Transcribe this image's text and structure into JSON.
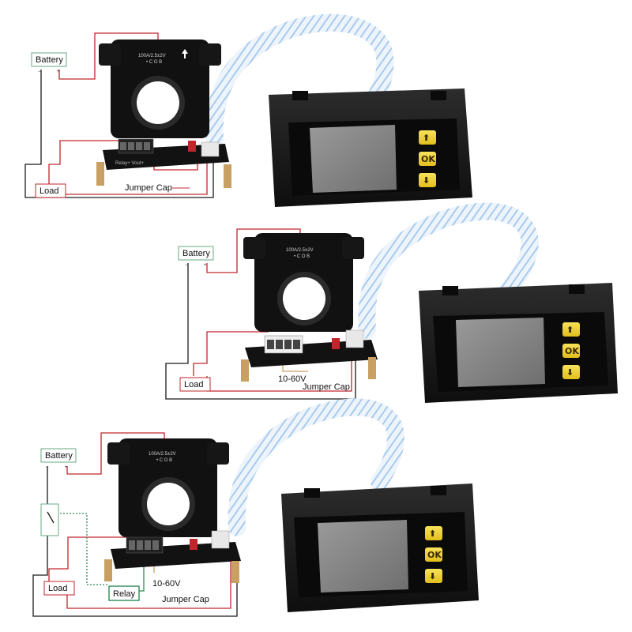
{
  "panels": [
    {
      "battery_label": "Battery",
      "load_label": "Load",
      "jumper_label": "Jumper Cap",
      "sensor_rating": "100A/2.5±2V",
      "sensor_sub": "• C O B",
      "terminal_text": "Relay+  Vout+",
      "buttons": {
        "up": "⬆",
        "ok": "OK",
        "down": "⬇"
      },
      "minus": "−",
      "plus": "+"
    },
    {
      "battery_label": "Battery",
      "load_label": "Load",
      "jumper_label": "Jumper Cap",
      "voltage_label": "10-60V",
      "sensor_rating": "100A/2.5±2V",
      "sensor_sub": "• C O B",
      "buttons": {
        "up": "⬆",
        "ok": "OK",
        "down": "⬇"
      },
      "minus": "−",
      "plus": "+"
    },
    {
      "battery_label": "Battery",
      "load_label": "Load",
      "jumper_label": "Jumper Cap",
      "voltage_label": "10-60V",
      "relay_label": "Relay",
      "sensor_rating": "100A/2.5±2V",
      "sensor_sub": "• C O B",
      "buttons": {
        "up": "⬆",
        "ok": "OK",
        "down": "⬇"
      },
      "minus": "−",
      "plus": "+"
    }
  ],
  "colors": {
    "wire_red": "#c0272d",
    "wire_black": "#1a1a1a",
    "label_border": "#6aa884",
    "relay_border": "#2e8b57",
    "button_yellow": "#f2d22e",
    "screen": "#8a8a8a",
    "bezel": "#1c1c1c",
    "cable_blue": "#9fc8ee"
  }
}
